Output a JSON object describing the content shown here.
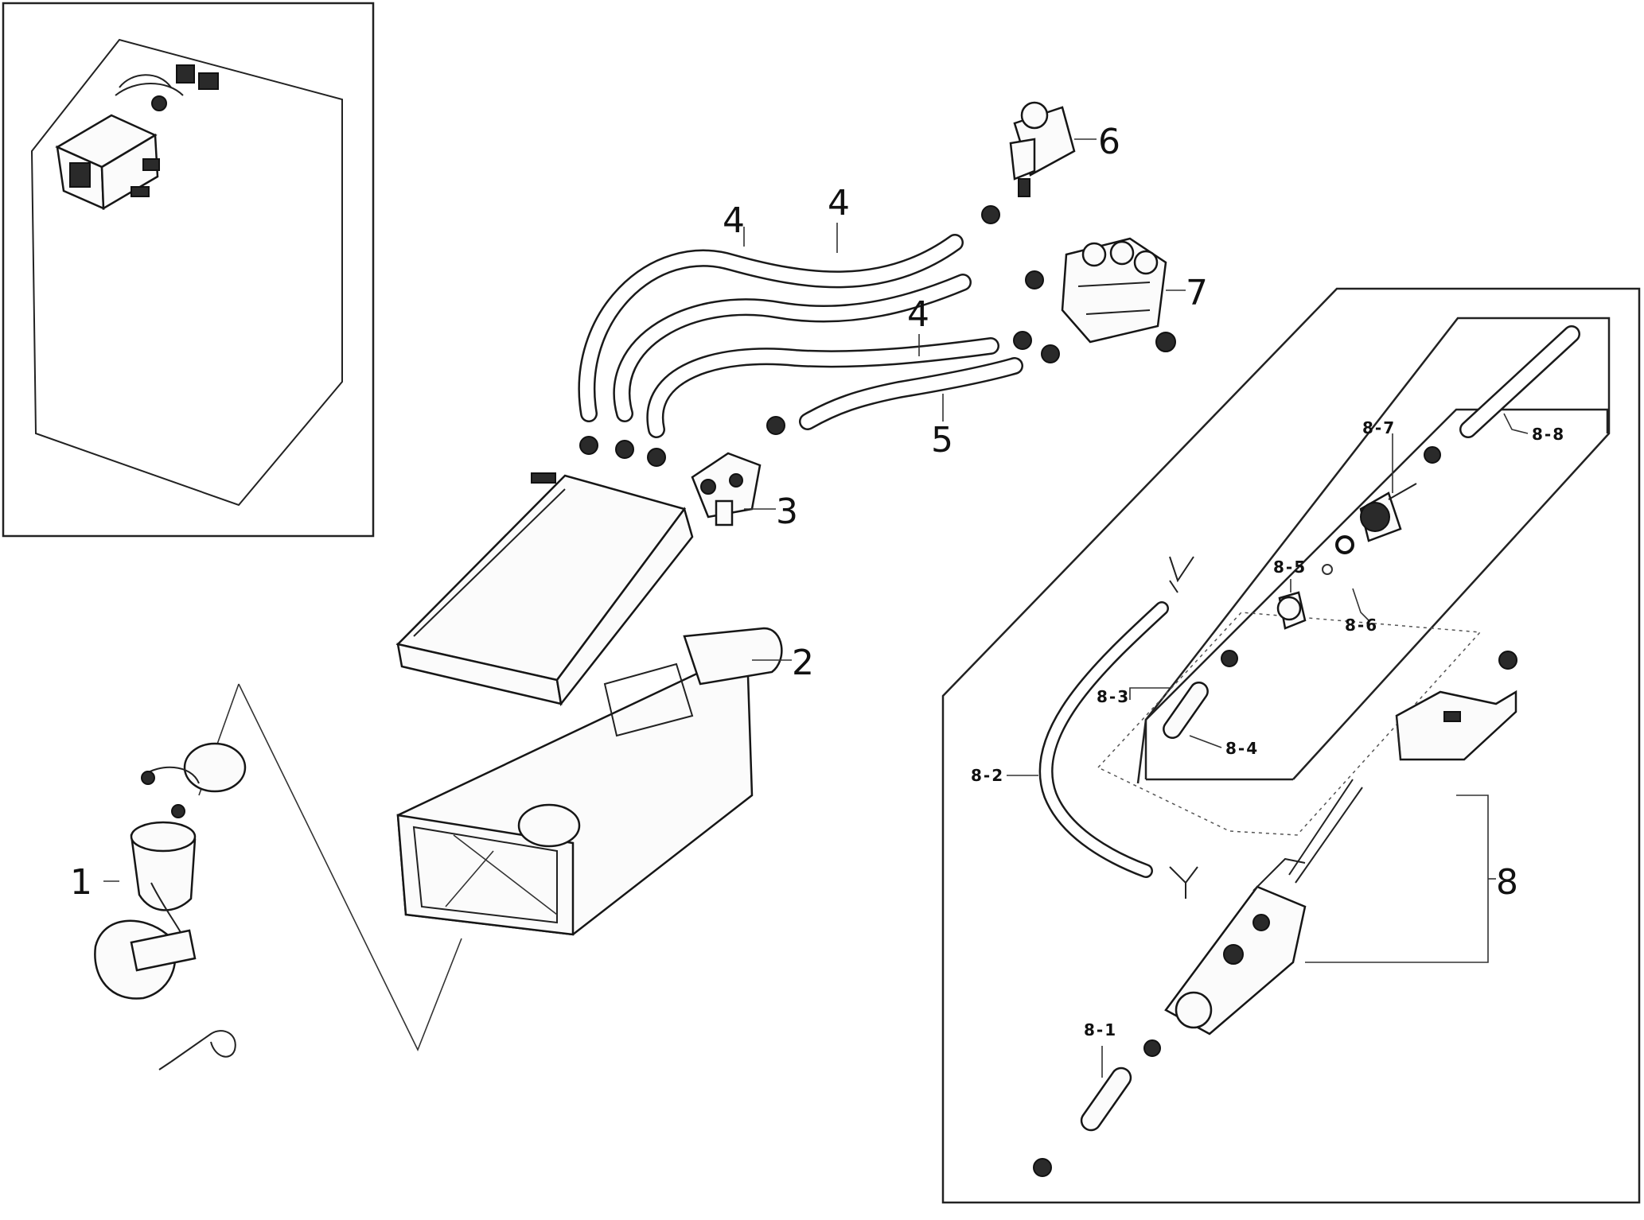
{
  "labels": {
    "p1": "1",
    "p2": "2",
    "p3": "3",
    "p4a": "4",
    "p4b": "4",
    "p4c": "4",
    "p5": "5",
    "p6": "6",
    "p7": "7",
    "p8": "8",
    "p8_1": "8-1",
    "p8_2": "8-2",
    "p8_3": "8-3",
    "p8_4": "8-4",
    "p8_5": "8-5",
    "p8_6": "8-6",
    "p8_7": "8-7",
    "p8_8": "8-8"
  }
}
